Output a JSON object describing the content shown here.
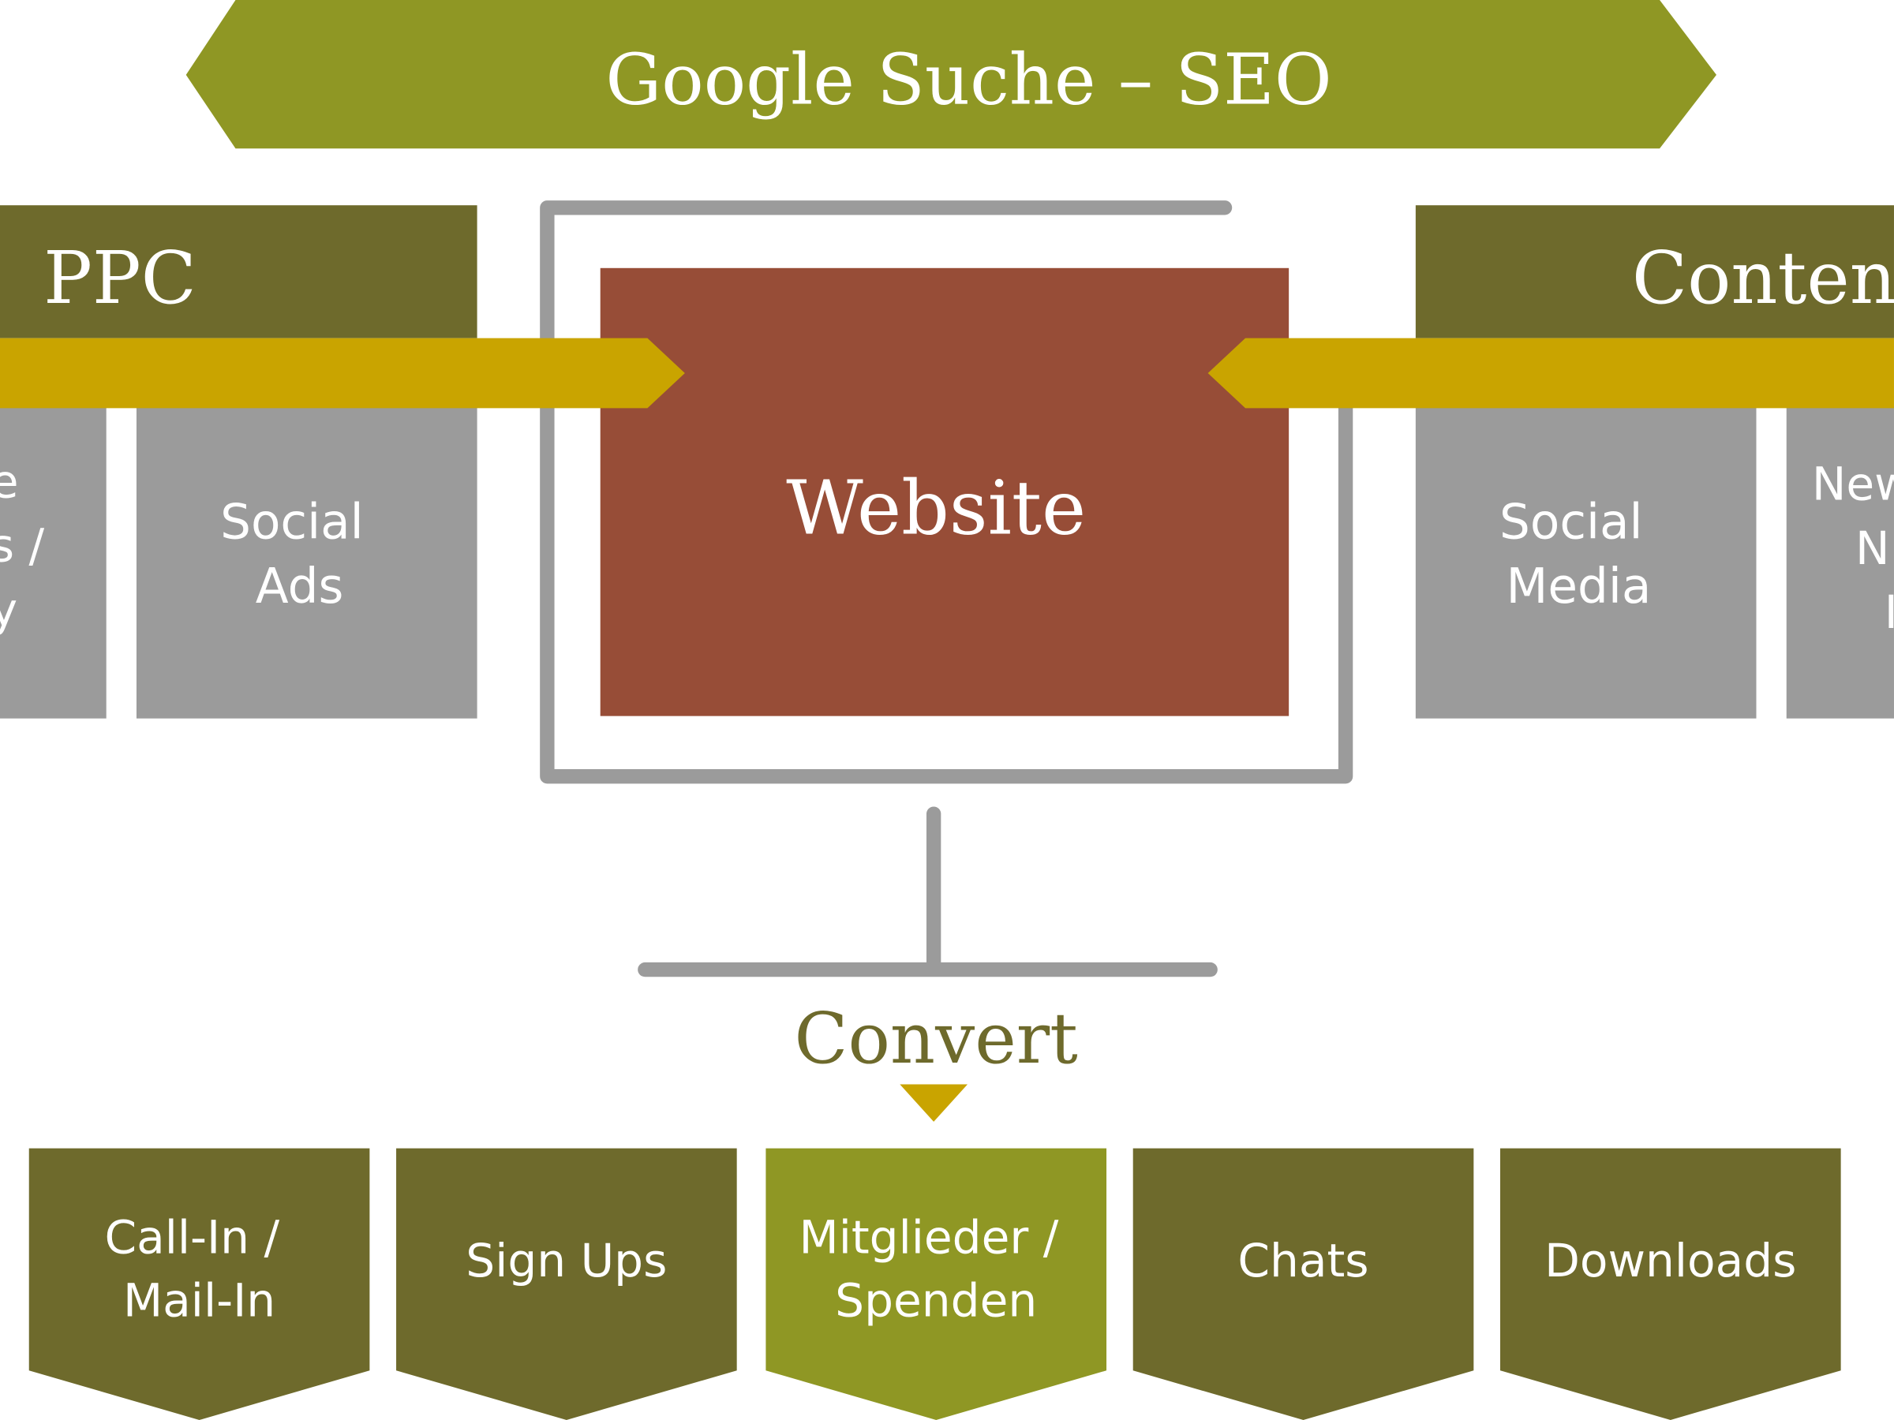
{
  "banner": {
    "title": "Google Suche – SEO"
  },
  "ppc": {
    "header": "PPC",
    "left_box_lines": [
      "e",
      "s /",
      "y"
    ],
    "social_ads_lines": [
      "Social",
      "Ads"
    ]
  },
  "content": {
    "header": "Content",
    "social_media_lines": [
      "Social",
      "Media"
    ],
    "right_box_lines": [
      "New",
      "N",
      "I"
    ]
  },
  "website": {
    "label": "Website"
  },
  "convert": {
    "label": "Convert"
  },
  "conversions": [
    {
      "lines": [
        "Call-In /",
        "Mail-In"
      ],
      "color": "#6e6a2c"
    },
    {
      "lines": [
        "Sign Ups"
      ],
      "color": "#6e6a2c"
    },
    {
      "lines": [
        "Mitglieder /",
        "Spenden"
      ],
      "color": "#8f9724"
    },
    {
      "lines": [
        "Chats"
      ],
      "color": "#6e6a2c"
    },
    {
      "lines": [
        "Downloads"
      ],
      "color": "#6e6a2c"
    }
  ],
  "colors": {
    "olive_light": "#8f9724",
    "olive_dark": "#6e6a2c",
    "gold": "#c9a400",
    "gray_box": "#9b9b9b",
    "website_red": "#974d37",
    "white": "#ffffff"
  }
}
